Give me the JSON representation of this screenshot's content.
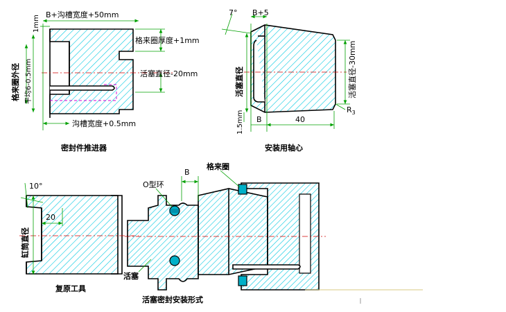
{
  "figures": {
    "pusher": {
      "caption": "密封件推进器",
      "dim_top": "B+沟槽宽度+50mm",
      "dim_1mm": "1mm",
      "dim_ring_thickness": "格来圈厚度+1mm",
      "dim_piston_dia": "活塞直径-20mm",
      "dim_groove_width": "沟槽宽度+0.5mm",
      "dim_outer_line1": "格来圈外径",
      "dim_outer_line2": "平均6-0.5mm"
    },
    "mandrel": {
      "caption": "安装用轴心",
      "dim_angle": "7°",
      "dim_b5": "B+5",
      "dim_piston": "活塞直径",
      "dim_right": "活塞直径-30mm",
      "dim_r": "R",
      "dim_r_sub": "3",
      "dim_15": "1.5mm",
      "dim_b": "B",
      "dim_40": "40"
    },
    "reset_tool": {
      "caption": "复原工具",
      "dim_angle": "10°",
      "dim_20": "20",
      "dim_cyl": "缸筒直径"
    },
    "assembly": {
      "caption": "活塞密封安装形式",
      "label_oring": "O型环",
      "label_b": "B",
      "label_glyd": "格来圈",
      "label_piston": "活塞"
    }
  },
  "colors": {
    "hatch": "#00c8e0",
    "dimension": "#00a000",
    "centerline": "#d00000",
    "hidden": "#d000d0",
    "outline": "#000000"
  }
}
